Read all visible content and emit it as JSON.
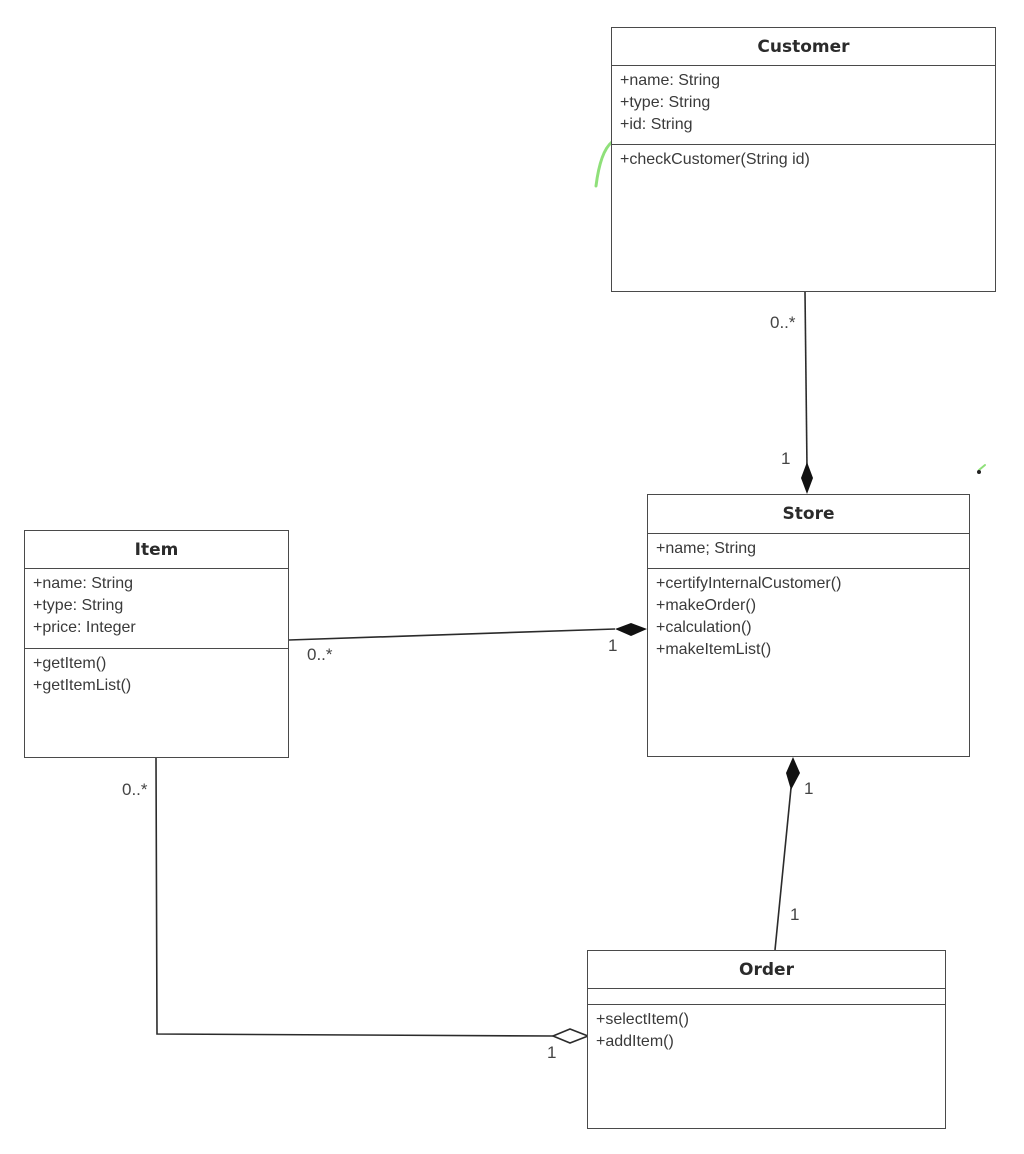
{
  "classes": {
    "customer": {
      "name": "Customer",
      "attributes": [
        "+name: String",
        "+type: String",
        "+id: String"
      ],
      "operations": [
        "+checkCustomer(String id)"
      ]
    },
    "store": {
      "name": "Store",
      "attributes": [
        "+name; String"
      ],
      "operations": [
        "+certifyInternalCustomer()",
        "+makeOrder()",
        "+calculation()",
        "+makeItemList()"
      ]
    },
    "item": {
      "name": "Item",
      "attributes": [
        "+name: String",
        "+type: String",
        "+price: Integer"
      ],
      "operations": [
        "+getItem()",
        "+getItemList()"
      ]
    },
    "order": {
      "name": "Order",
      "attributes": [],
      "operations": [
        "+selectItem()",
        "+addItem()"
      ]
    }
  },
  "associations": {
    "customer_store": {
      "kind": "composition",
      "customer_end": "0..*",
      "store_end": "1"
    },
    "item_store": {
      "kind": "composition",
      "item_end": "0..*",
      "store_end": "1"
    },
    "store_order": {
      "kind": "composition",
      "store_end": "1",
      "order_end": "1"
    },
    "item_order": {
      "kind": "aggregation",
      "item_end": "0..*",
      "order_end": "1"
    }
  },
  "annotation": {
    "highlight_color": "#8fe07a"
  },
  "colors": {
    "line": "#2b2b2b",
    "border": "#4a4a4a"
  }
}
